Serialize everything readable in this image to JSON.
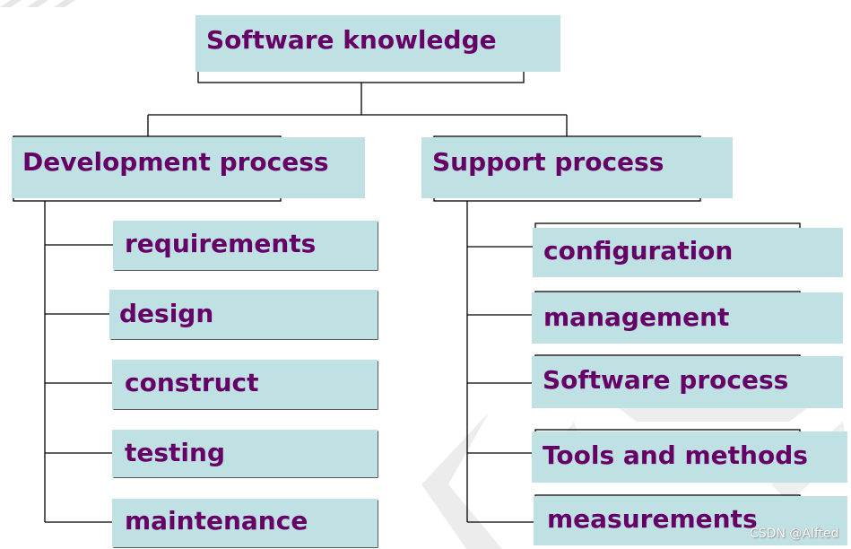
{
  "root": {
    "label": "Software knowledge"
  },
  "branches": [
    {
      "label": "Development process",
      "children": [
        "requirements",
        "design",
        "construct",
        "testing",
        "maintenance"
      ]
    },
    {
      "label": "Support process",
      "children": [
        "configuration",
        "management",
        "Software process",
        "Tools and methods",
        "measurements"
      ]
    }
  ],
  "watermark": "CSDN @Alfted",
  "colors": {
    "box": "#bfe1e3",
    "text": "#660066",
    "line": "#000000"
  }
}
